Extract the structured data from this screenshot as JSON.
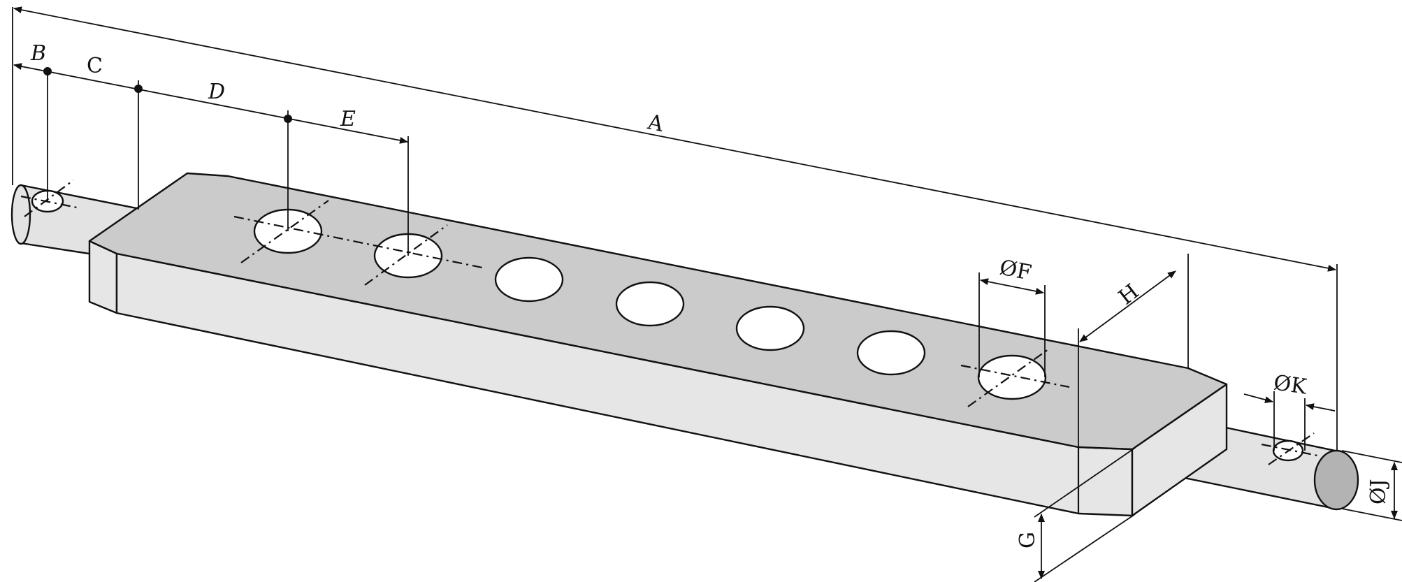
{
  "diagram": {
    "dimension_labels": {
      "A": "A",
      "B": "B",
      "C": "C",
      "D": "D",
      "E": "E",
      "F": "ØF",
      "G": "G",
      "H": "H",
      "J": "ØJ",
      "K": "ØK"
    },
    "hole_count": 7
  }
}
